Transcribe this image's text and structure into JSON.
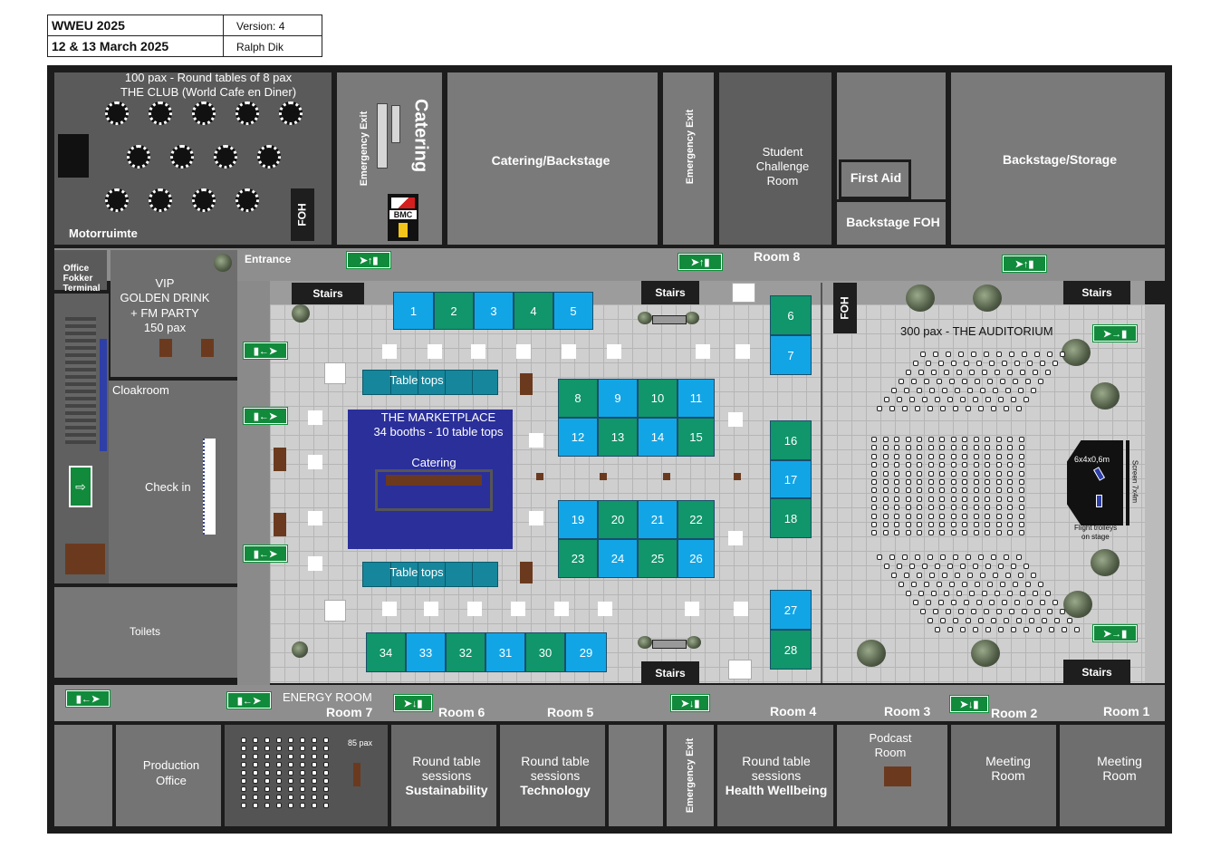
{
  "header": {
    "event": "WWEU 2025",
    "dates": "12 & 13 March 2025",
    "version": "Version: 4",
    "author": "Ralph Dik"
  },
  "rooms": {
    "club_line1": "100 pax - Round tables of 8 pax",
    "club_line2": "THE CLUB (World Cafe en Diner)",
    "motorruimte": "Motorruimte",
    "foh_club": "FOH",
    "emergency_exit": "Emergency Exit",
    "catering": "Catering",
    "bmc": "BMC",
    "catering_backstage": "Catering/Backstage",
    "student_challenge": [
      "Student",
      "Challenge",
      "Room"
    ],
    "first_aid": "First Aid",
    "backstage_foh": "Backstage FOH",
    "backstage_storage": "Backstage/Storage",
    "entrance": "Entrance",
    "room8": "Room 8",
    "office": [
      "Office",
      "Fokker",
      "Terminal"
    ],
    "vip": [
      "VIP",
      "GOLDEN DRINK",
      "+ FM PARTY",
      "150 pax"
    ],
    "cloakroom": "Cloakroom",
    "check_in": "Check in",
    "toilets": "Toilets",
    "stairs": "Stairs",
    "foh_auditorium": "FOH",
    "auditorium": "300 pax - THE AUDITORIUM",
    "stage_size": "6x4x0,6m",
    "screen": "Screen 7x4m",
    "flight_trolleys": [
      "Flight trolleys",
      "on stage"
    ],
    "marketplace_line1": "THE MARKETPLACE",
    "marketplace_line2": "34 booths - 10 table tops",
    "market_catering": "Catering",
    "table_tops": "Table tops",
    "energy_room": "ENERGY ROOM",
    "room7": "Room 7",
    "room6": "Room 6",
    "room5": "Room 5",
    "room4": "Room 4",
    "room3": "Room 3",
    "room2": "Room 2",
    "room1": "Room 1",
    "production_office": [
      "Production",
      "Office"
    ],
    "pax85": "85 pax",
    "rt_sustainability": [
      "Round table",
      "sessions",
      "Sustainability"
    ],
    "rt_technology": [
      "Round table",
      "sessions",
      "Technology"
    ],
    "rt_health": [
      "Round table",
      "sessions",
      "Health Wellbeing"
    ],
    "podcast": [
      "Podcast",
      "Room"
    ],
    "meeting_room": [
      "Meeting",
      "Room"
    ]
  },
  "booths": [
    "1",
    "2",
    "3",
    "4",
    "5",
    "6",
    "7",
    "8",
    "9",
    "10",
    "11",
    "12",
    "13",
    "14",
    "15",
    "16",
    "17",
    "18",
    "19",
    "20",
    "21",
    "22",
    "23",
    "24",
    "25",
    "26",
    "27",
    "28",
    "29",
    "30",
    "31",
    "32",
    "33",
    "34"
  ],
  "colors": {
    "booth_blue": "#12a5e6",
    "booth_green": "#11956a",
    "marketplace": "#2a2f9a",
    "exit_green": "#118a3b",
    "wall": "#1c1c1c"
  }
}
